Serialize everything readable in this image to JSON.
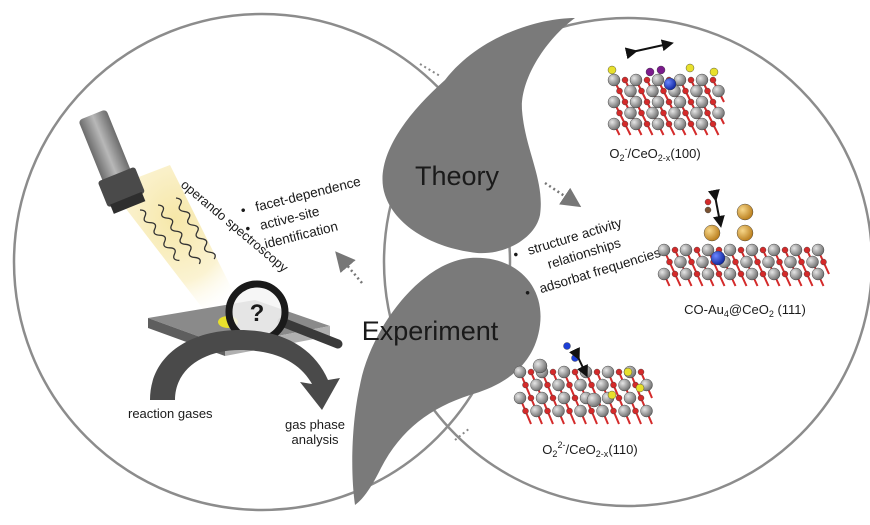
{
  "center": {
    "theory_label": "Theory",
    "experiment_label": "Experiment"
  },
  "left": {
    "tube_caption": "operando spectroscopy",
    "magnifier_symbol": "?",
    "bullets": [
      "facet-dependence",
      "active-site",
      "identification"
    ],
    "reaction_label": "reaction gases",
    "analysis_line1": "gas phase",
    "analysis_line2": "analysis"
  },
  "right": {
    "bullets": [
      "structure activity",
      "relationships",
      "adsorbat frequencies"
    ],
    "structures": [
      {
        "pre": "O",
        "sub1": "2",
        "sup1": "-",
        "mid": "/CeO",
        "sub2": "2-x",
        "post": "(100)"
      },
      {
        "pre": "CO-Au",
        "sub1": "4",
        "mid": "@CeO",
        "sub2": "2",
        "post": " (111)"
      },
      {
        "pre": "O",
        "sub1": "2",
        "sup1": "2-",
        "mid": "/CeO",
        "sub2": "2-x",
        "post": "(110)"
      }
    ]
  },
  "colors": {
    "lobe": "#7a7a7a",
    "outline": "#8c8c8c",
    "ceria_red": "#d42a2a",
    "cerium_gray": "#8a8a8a",
    "gold": "#d9a034",
    "yellow": "#e8e02c",
    "blue": "#1c3fd6",
    "purple": "#7b1a8c"
  }
}
